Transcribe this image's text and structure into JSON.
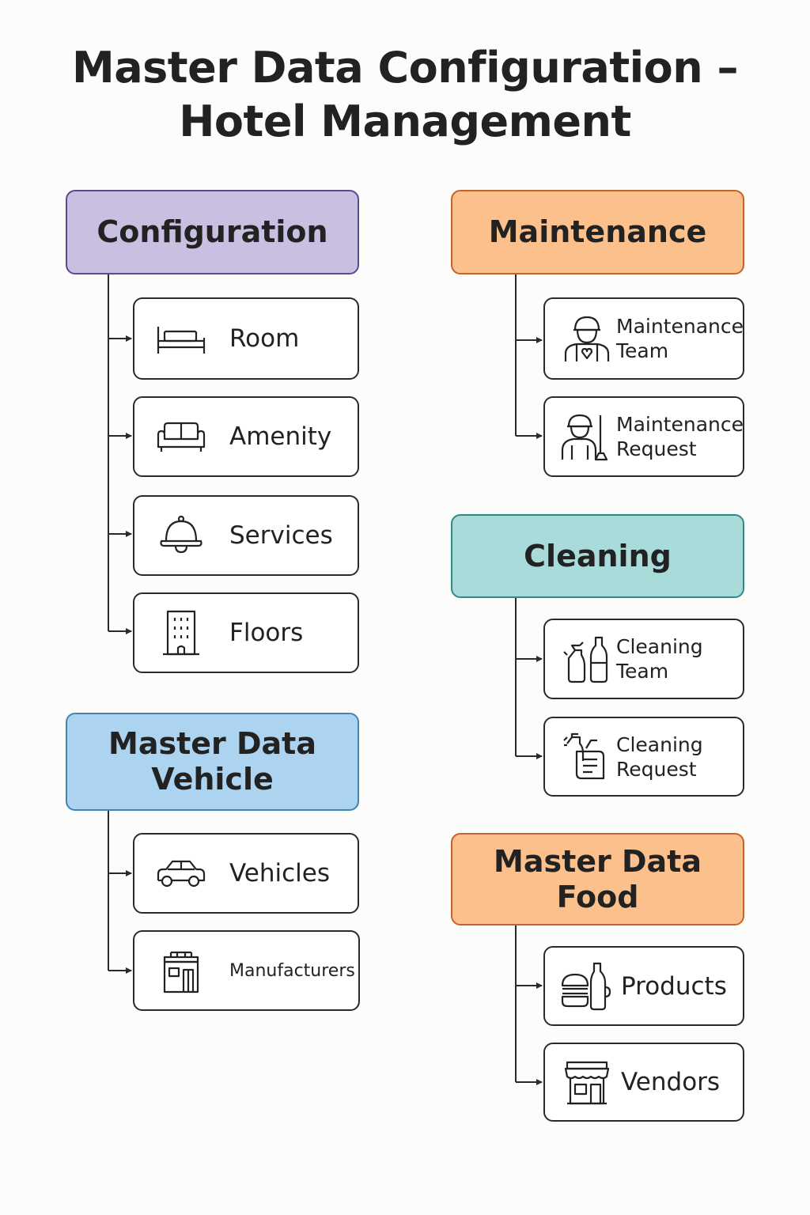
{
  "title": {
    "line1": "Master Data Configuration –",
    "line2": "Hotel Management"
  },
  "colors": {
    "configuration": "#c9bfe1",
    "maintenance": "#fbc08c",
    "cleaning": "#a8dbda",
    "vehicle": "#acd4f0",
    "food": "#fbc08c",
    "border": "#2a2a2a"
  },
  "groups": {
    "configuration": {
      "header": "Configuration",
      "items": [
        {
          "label": "Room",
          "icon": "bed-icon"
        },
        {
          "label": "Amenity",
          "icon": "sofa-icon"
        },
        {
          "label": "Services",
          "icon": "service-bell-icon"
        },
        {
          "label": "Floors",
          "icon": "building-icon"
        }
      ]
    },
    "vehicle": {
      "header_line1": "Master Data",
      "header_line2": "Vehicle",
      "items": [
        {
          "label": "Vehicles",
          "icon": "car-icon"
        },
        {
          "label": "Manufacturers",
          "icon": "factory-icon"
        }
      ]
    },
    "maintenance": {
      "header": "Maintenance",
      "items": [
        {
          "line1": "Maintenance",
          "line2": "Team",
          "icon": "worker-icon"
        },
        {
          "line1": "Maintenance",
          "line2": "Request",
          "icon": "worker-broom-icon"
        }
      ]
    },
    "cleaning": {
      "header": "Cleaning",
      "items": [
        {
          "line1": "Cleaning",
          "line2": "Team",
          "icon": "cleaning-supplies-icon"
        },
        {
          "line1": "Cleaning",
          "line2": "Request",
          "icon": "cleaning-request-icon"
        }
      ]
    },
    "food": {
      "header_line1": "Master Data",
      "header_line2": "Food",
      "items": [
        {
          "label": "Products",
          "icon": "burger-bottle-icon"
        },
        {
          "label": "Vendors",
          "icon": "store-icon"
        }
      ]
    }
  }
}
